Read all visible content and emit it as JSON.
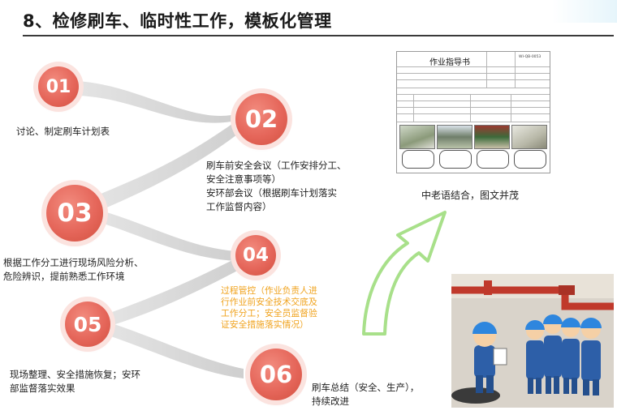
{
  "title": "8、检修刷车、临时性工作，模板化管理",
  "steps": [
    {
      "num": "01",
      "lines": [
        "讨论、制定刷车计划表"
      ]
    },
    {
      "num": "02",
      "lines": [
        "刷车前安全会议（工作安排分工、",
        "安全注意事项等）",
        "安环部会议（根据刷车计划落实",
        "工作监督内容）"
      ]
    },
    {
      "num": "03",
      "lines": [
        "根据工作分工进行现场风险分析、",
        "危险辨识，提前熟悉工作环境"
      ]
    },
    {
      "num": "04",
      "lines": [
        "过程管控（作业负责人进",
        "行作业前安全技术交底及",
        "工作分工；安全员监督验",
        "证安全措施落实情况）"
      ]
    },
    {
      "num": "05",
      "lines": [
        "现场整理、安全措施恢复；安环",
        "部监督落实效果"
      ]
    },
    {
      "num": "06",
      "lines": [
        "刷车总结（安全、生产），",
        "持续改进"
      ]
    }
  ],
  "document": {
    "title": "作业指导书",
    "code": "WI-QB-0053"
  },
  "caption": "中老语结合，图文并茂",
  "colors": {
    "circle": "#e5665a",
    "orange_text": "#f0a31e",
    "arrow": "#a8e08a"
  }
}
